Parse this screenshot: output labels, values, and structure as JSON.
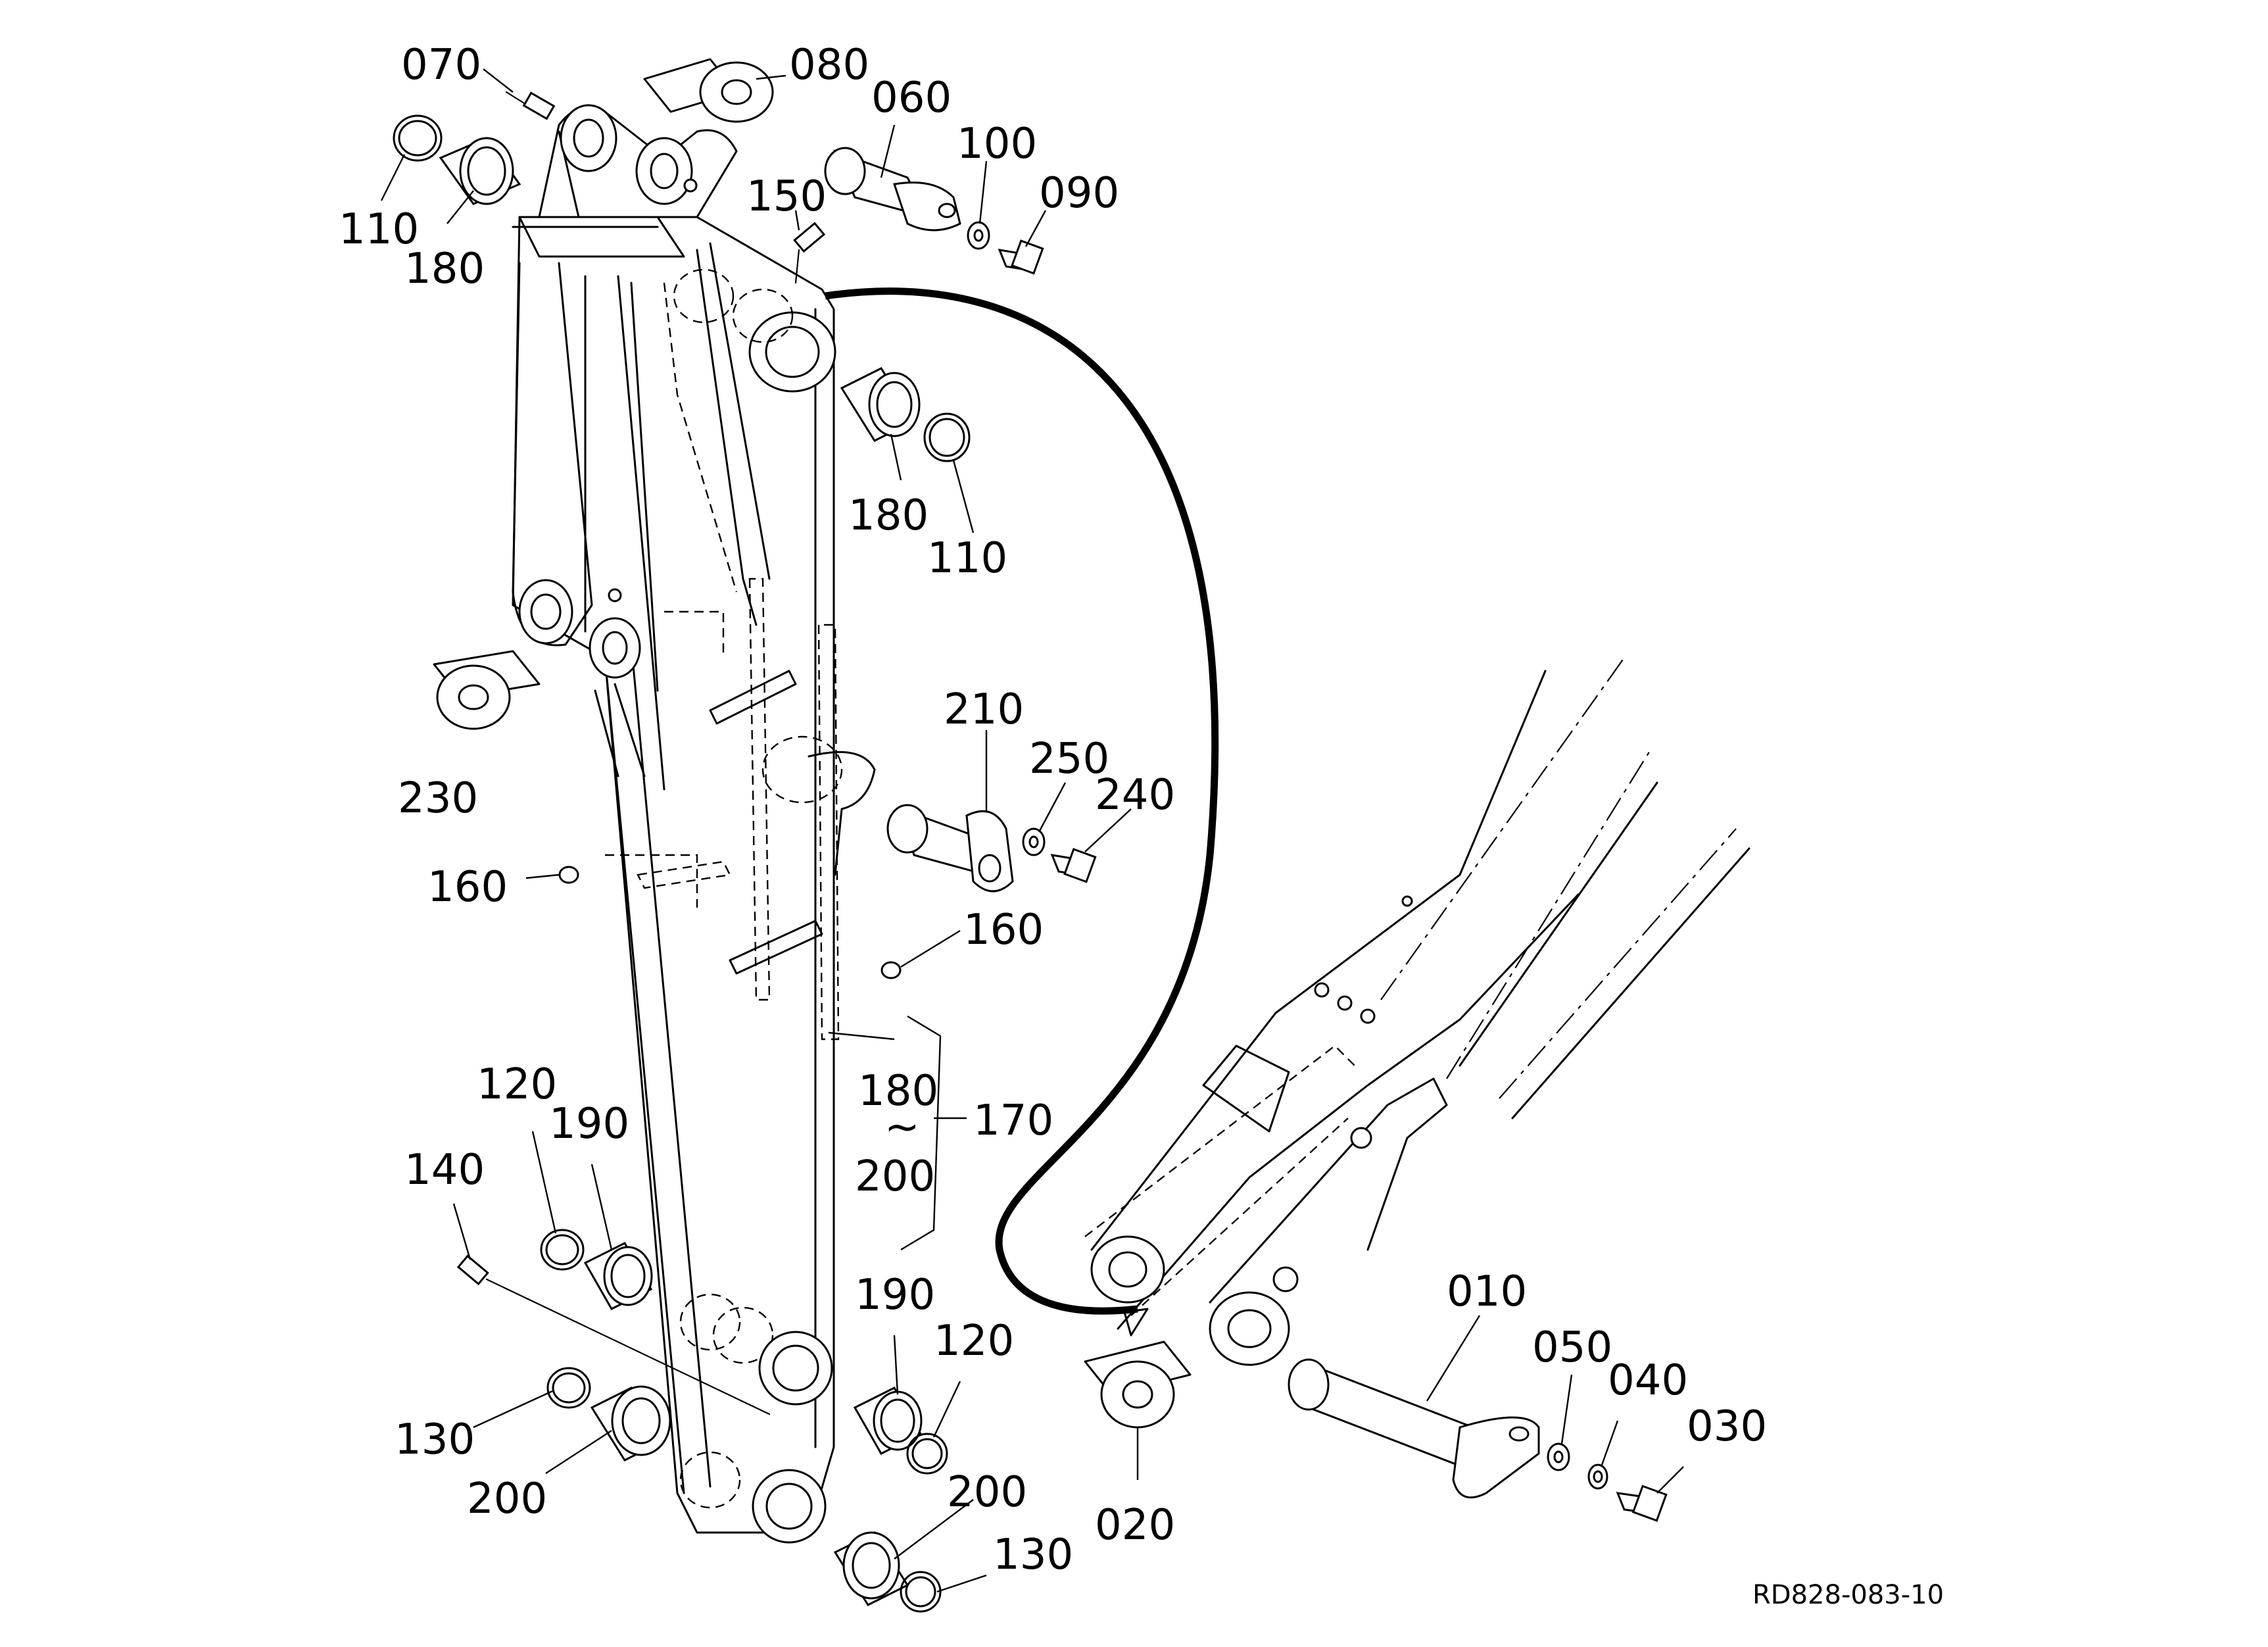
{
  "drawing_ref": "RD828-083-10",
  "labels": {
    "p070": "070",
    "p080": "080",
    "p060": "060",
    "p100": "100",
    "p090": "090",
    "p110_top": "110",
    "p180_top": "180",
    "p150": "150",
    "p180_mid": "180",
    "p110_mid": "110",
    "p210": "210",
    "p250": "250",
    "p240": "240",
    "p230": "230",
    "p160_left": "160",
    "p160_right": "160",
    "p180_range": "180",
    "range_sep": "~",
    "p200_range": "200",
    "p170": "170",
    "p120_left": "120",
    "p190_left": "190",
    "p140": "140",
    "p190_right": "190",
    "p120_right": "120",
    "p130_left": "130",
    "p200_left": "200",
    "p200_right": "200",
    "p130_right": "130",
    "p010": "010",
    "p050": "050",
    "p040": "040",
    "p030": "030",
    "p020": "020"
  }
}
